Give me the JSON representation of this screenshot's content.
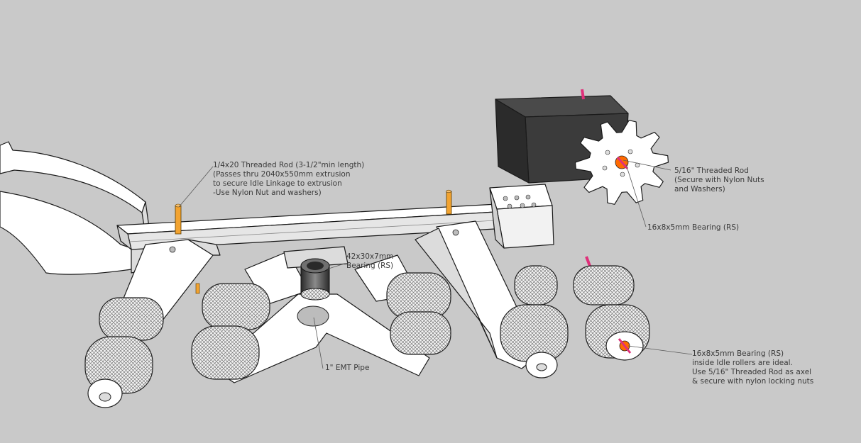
{
  "annotations": {
    "threaded_rod_quarter": {
      "lines": [
        "1/4x20 Threaded Rod (3-1/2\"min length)",
        "(Passes thru 2040x550mm extrusion",
        "to secure Idle Linkage to extrusion",
        "-Use Nylon Nut and washers)"
      ]
    },
    "threaded_rod_5_16": {
      "lines": [
        "5/16\" Threaded Rod",
        "(Secure with Nylon Nuts",
        "and Washers)"
      ]
    },
    "bearing_sprocket": {
      "lines": [
        "16x8x5mm Bearing (RS)"
      ]
    },
    "bearing_pivot": {
      "lines": [
        "42x30x7mm",
        "Bearing (RS)"
      ]
    },
    "emt_pipe": {
      "lines": [
        "1\" EMT Pipe"
      ]
    },
    "bearing_idler": {
      "lines": [
        "16x8x5mm Bearing (RS)",
        "inside Idle rollers are ideal.",
        "Use 5/16\" Threaded Rod as axel",
        "& secure with nylon locking nuts"
      ]
    }
  },
  "colors": {
    "background": "#c9c9c9",
    "part_white": "#ffffff",
    "part_shade": "#d8d8d8",
    "motor_dark": "#3b3b3b",
    "rod_orange": "#f2a330",
    "rod_magenta": "#e0307a",
    "bearing_orange": "#ff6a00"
  }
}
